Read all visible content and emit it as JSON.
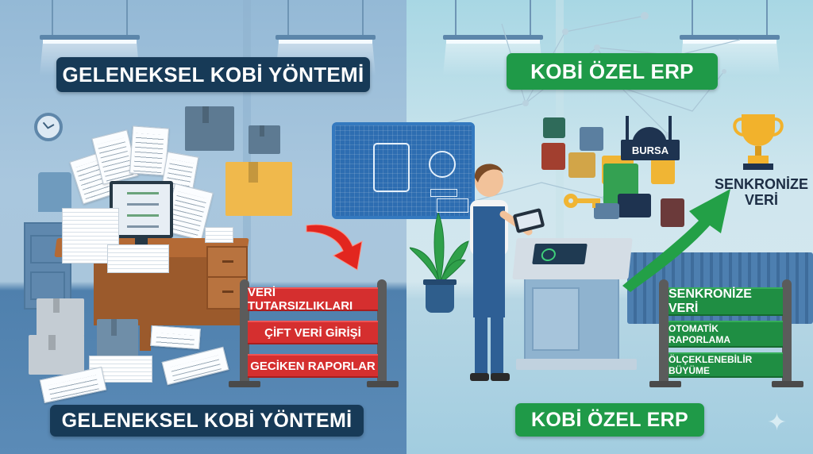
{
  "left_panel": {
    "title_top": "GELENEKSEL KOBİ YÖNTEMİ",
    "title_bottom": "GELENEKSEL KOBİ YÖNTEMİ",
    "problems": [
      "VERİ TUTARSIZLIKLARI",
      "ÇİFT VERİ GİRİŞİ",
      "GECİKEN RAPORLAR"
    ],
    "accent_color": "#173a57",
    "sign_color": "#d52f2f"
  },
  "right_panel": {
    "title_top": "KOBİ ÖZEL ERP",
    "title_bottom": "KOBİ ÖZEL ERP",
    "benefits": [
      "SENKRONİZE VERİ",
      "OTOMATİK RAPORLAMA",
      "ÖLÇEKLENEBİLİR BÜYÜME"
    ],
    "puzzle_label": "BURSA",
    "trophy_caption_line1": "SENKRONİZE",
    "trophy_caption_line2": "VERİ",
    "accent_color": "#1f9a48",
    "sign_color": "#1f8e43"
  },
  "icons": {
    "clock": "clock-icon",
    "trophy": "trophy-icon",
    "key": "key-icon",
    "sparkle": "sparkle-icon",
    "red_arrow": "arrow-down-right-icon",
    "green_arrow": "arrow-up-right-icon"
  },
  "sparkle_glyph": "✦"
}
